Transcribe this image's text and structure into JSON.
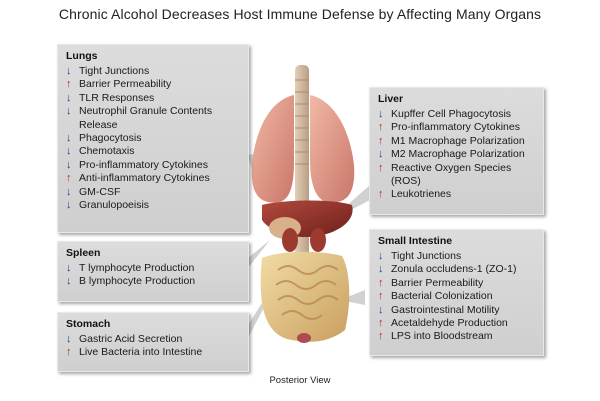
{
  "title": "Chronic Alcohol Decreases Host Immune Defense by Affecting Many Organs",
  "caption": "Posterior View",
  "colors": {
    "down_arrow": "#1f3f9a",
    "up_arrow": "#c0262c",
    "panel": "#d6d6d6"
  },
  "panels": {
    "lungs": {
      "title": "Lungs",
      "items": [
        {
          "dir": "down",
          "text": "Tight Junctions"
        },
        {
          "dir": "up",
          "text": "Barrier Permeability"
        },
        {
          "dir": "down",
          "text": "TLR Responses"
        },
        {
          "dir": "down",
          "text": "Neutrophil Granule Contents"
        },
        {
          "dir": "none",
          "text": "Release"
        },
        {
          "dir": "down",
          "text": "Phagocytosis"
        },
        {
          "dir": "down",
          "text": "Chemotaxis"
        },
        {
          "dir": "down",
          "text": "Pro-inflammatory Cytokines"
        },
        {
          "dir": "up",
          "text": "Anti-inflammatory Cytokines"
        },
        {
          "dir": "down",
          "text": "GM-CSF"
        },
        {
          "dir": "down",
          "text": "Granulopoeisis"
        }
      ]
    },
    "spleen": {
      "title": "Spleen",
      "items": [
        {
          "dir": "down",
          "text": "T lymphocyte Production"
        },
        {
          "dir": "down",
          "text": "B lymphocyte Production"
        }
      ]
    },
    "stomach": {
      "title": "Stomach",
      "items": [
        {
          "dir": "down",
          "text": "Gastric Acid Secretion"
        },
        {
          "dir": "up",
          "text": "Live Bacteria into Intestine"
        }
      ]
    },
    "liver": {
      "title": "Liver",
      "items": [
        {
          "dir": "down",
          "text": "Kupffer Cell Phagocytosis"
        },
        {
          "dir": "up",
          "text": "Pro-inflammatory Cytokines"
        },
        {
          "dir": "up",
          "text": "M1 Macrophage Polarization"
        },
        {
          "dir": "down",
          "text": "M2 Macrophage Polarization"
        },
        {
          "dir": "up",
          "text": "Reactive Oxygen Species (ROS)"
        },
        {
          "dir": "up",
          "text": "Leukotrienes"
        }
      ]
    },
    "small_intestine": {
      "title": "Small Intestine",
      "items": [
        {
          "dir": "down",
          "text": "Tight Junctions"
        },
        {
          "dir": "down",
          "text": "Zonula occludens-1 (ZO-1)"
        },
        {
          "dir": "up",
          "text": "Barrier Permeability"
        },
        {
          "dir": "up",
          "text": "Bacterial Colonization"
        },
        {
          "dir": "down",
          "text": "Gastrointestinal Motility"
        },
        {
          "dir": "up",
          "text": "Acetaldehyde Production"
        },
        {
          "dir": "up",
          "text": "LPS into Bloodstream"
        }
      ]
    }
  }
}
